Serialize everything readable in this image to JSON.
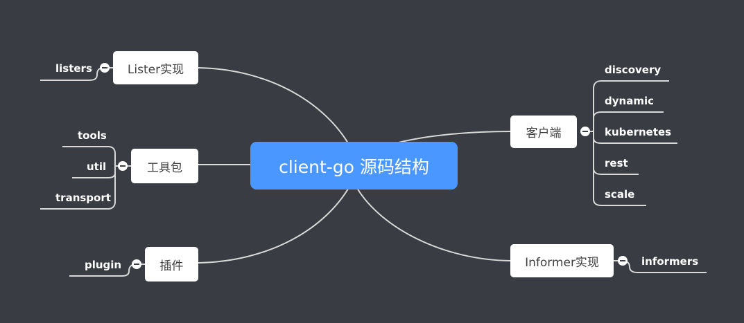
{
  "root": {
    "label": "client-go 源码结构"
  },
  "branches": {
    "lister": {
      "label": "Lister实现",
      "children": [
        "listers"
      ]
    },
    "tools": {
      "label": "工具包",
      "children": [
        "tools",
        "util",
        "transport"
      ]
    },
    "plugin": {
      "label": "插件",
      "children": [
        "plugin"
      ]
    },
    "client": {
      "label": "客户端",
      "children": [
        "discovery",
        "dynamic",
        "kubernetes",
        "rest",
        "scale"
      ]
    },
    "informer": {
      "label": "Informer实现",
      "children": [
        "informers"
      ]
    }
  },
  "colors": {
    "background": "#393c42",
    "root": "#4a98ff",
    "node": "#ffffff",
    "line": "#d9d9d9"
  },
  "icons": {
    "collapse": "minus-circle-icon"
  }
}
